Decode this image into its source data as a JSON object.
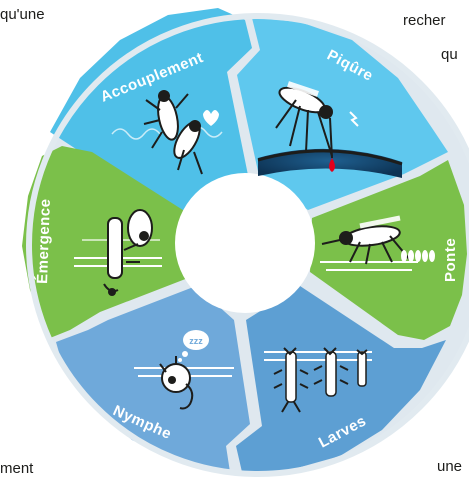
{
  "text_fragments": {
    "top_left": "qu'une",
    "top_right_1": "recher",
    "top_right_2": "qu",
    "bottom_left": "ment",
    "bottom_right": "une"
  },
  "cycle": {
    "stages": [
      {
        "key": "accouplement",
        "label": "Accouplement",
        "color": "#4ebfe7"
      },
      {
        "key": "piqure",
        "label": "Piqûre",
        "color": "#5ec7ec"
      },
      {
        "key": "ponte",
        "label": "Ponte",
        "color": "#79bf4a"
      },
      {
        "key": "larves",
        "label": "Larves",
        "color": "#5b9fd3"
      },
      {
        "key": "nymphe",
        "label": "Nymphe",
        "color": "#6ea9d9"
      },
      {
        "key": "emergence",
        "label": "Émergence",
        "color": "#79bf4a"
      }
    ],
    "sleep_text": "zzz"
  },
  "colors": {
    "ring_border": "#dde7ee",
    "center": "#ffffff",
    "blood": "#e3001b",
    "insect": "#1d1d1b"
  }
}
